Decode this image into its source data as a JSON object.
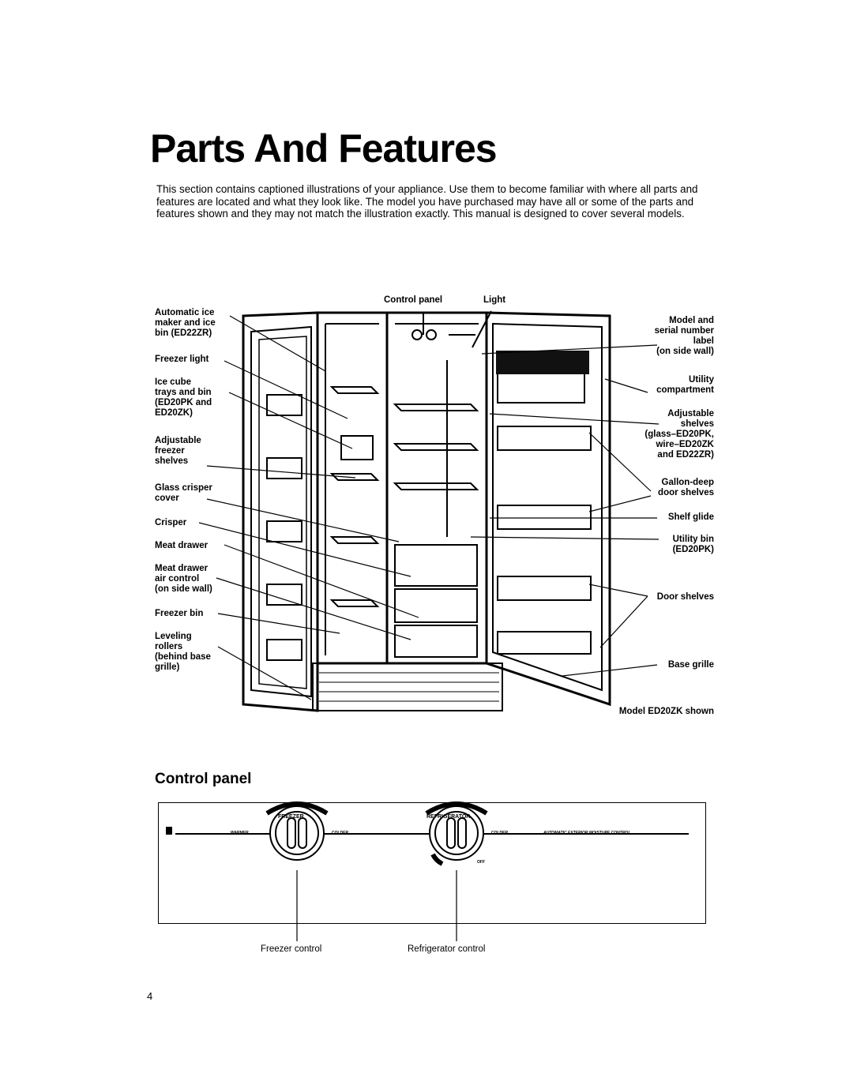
{
  "page": {
    "title": "Parts And Features",
    "intro": "This section contains captioned illustrations of your appliance. Use them to become familiar with where all parts and features are located and what they look like. The model you have purchased may have all or some of the parts and features shown and they may not match the illustration exactly. This manual is designed to cover several models.",
    "page_number": "4"
  },
  "figure": {
    "top_labels": {
      "control_panel": "Control panel",
      "light": "Light"
    },
    "left_labels": [
      "Automatic ice\nmaker and ice\nbin (ED22ZR)",
      "Freezer light",
      "Ice cube\ntrays and bin\n(ED20PK and\nED20ZK)",
      "Adjustable\nfreezer\nshelves",
      "Glass crisper\ncover",
      "Crisper",
      "Meat drawer",
      "Meat drawer\nair control\n(on side wall)",
      "Freezer bin",
      "Leveling\nrollers\n(behind base\ngrille)"
    ],
    "right_labels": [
      "Model and\nserial number\nlabel\n(on side wall)",
      "Utility\ncompartment",
      "Adjustable\nshelves\n(glass–ED20PK,\nwire–ED20ZK\nand ED22ZR)",
      "Gallon-deep\ndoor shelves",
      "Shelf glide",
      "Utility bin\n(ED20PK)",
      "Door shelves",
      "Base grille"
    ],
    "caption": "Model ED20ZK shown"
  },
  "control_panel": {
    "heading": "Control panel",
    "freezer_label": "FREEZER",
    "refrigerator_label": "REFRIGERATOR",
    "warmer": "WARMER",
    "colder": "COLDER",
    "colder_right": "COLDER",
    "off": "OFF",
    "moisture": "AUTOMATIC EXTERIOR MOISTURE CONTROL",
    "freezer_control": "Freezer control",
    "refrigerator_control": "Refrigerator control"
  }
}
